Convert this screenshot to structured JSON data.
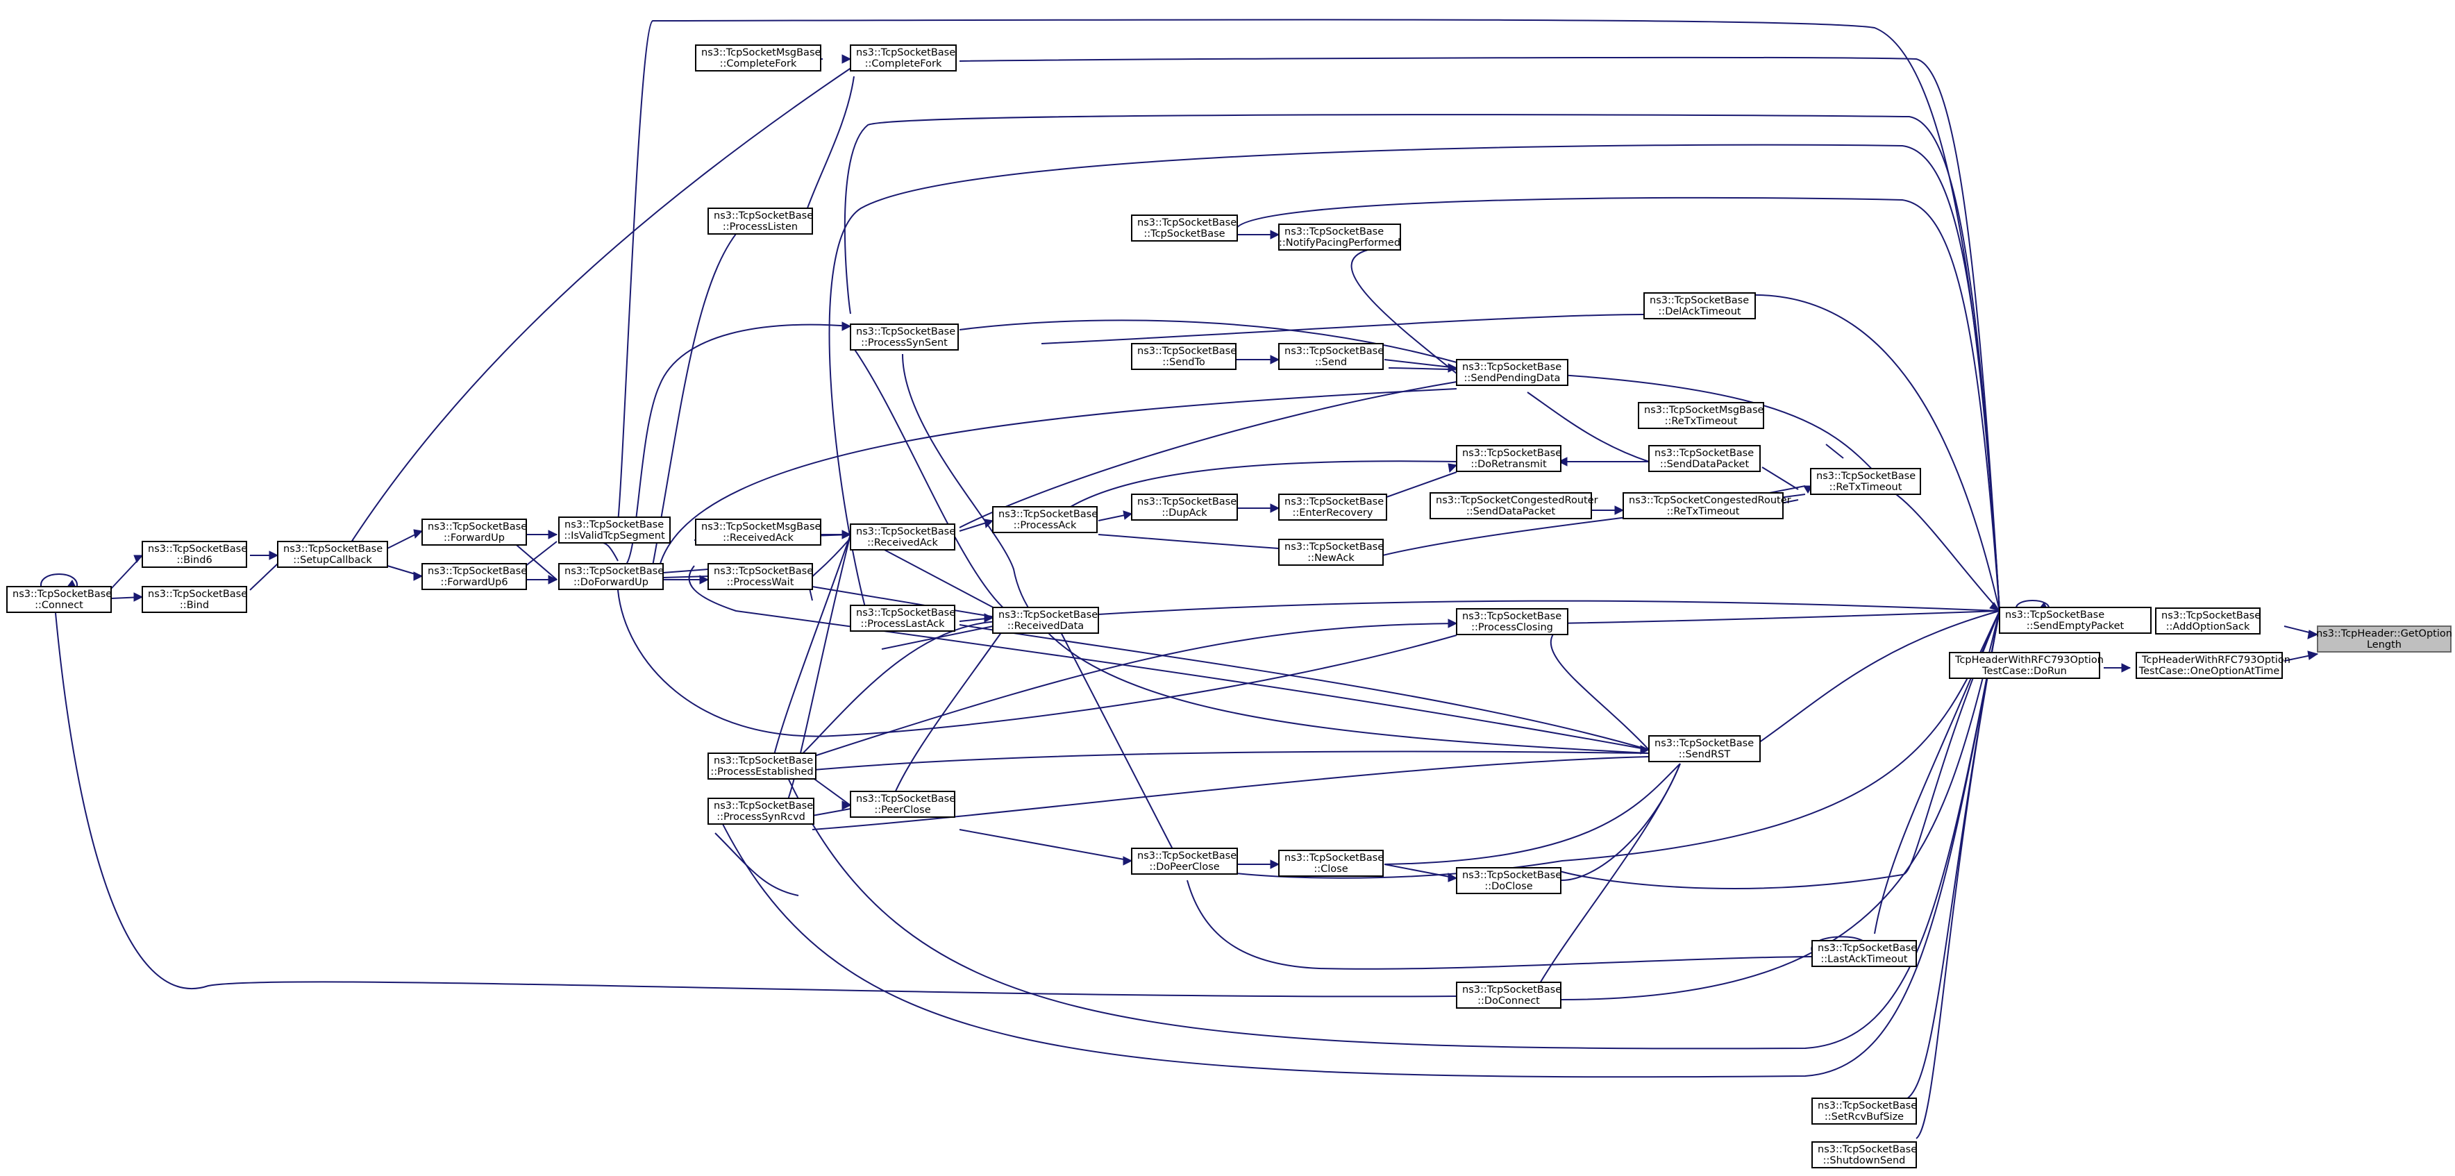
{
  "nodes": [
    {
      "id": "get_option_length",
      "line1": "ns3::TcpHeader::GetOption",
      "line2": "Length",
      "focus": true
    },
    {
      "id": "add_option_sack",
      "line1": "ns3::TcpSocketBase",
      "line2": "::AddOptionSack"
    },
    {
      "id": "one_option_at_time",
      "line1": "TcpHeaderWithRFC793Option",
      "line2": "TestCase::OneOptionAtTime"
    },
    {
      "id": "send_empty_packet",
      "line1": "ns3::TcpSocketBase",
      "line2": "::SendEmptyPacket"
    },
    {
      "id": "do_run",
      "line1": "TcpHeaderWithRFC793Option",
      "line2": "TestCase::DoRun"
    },
    {
      "id": "del_ack_timeout",
      "line1": "ns3::TcpSocketBase",
      "line2": "::DelAckTimeout"
    },
    {
      "id": "re_tx_timeout",
      "line1": "ns3::TcpSocketBase",
      "line2": "::ReTxTimeout"
    },
    {
      "id": "msg_re_tx_timeout",
      "line1": "ns3::TcpSocketMsgBase",
      "line2": "::ReTxTimeout"
    },
    {
      "id": "cr_re_tx_timeout",
      "line1": "ns3::TcpSocketCongestedRouter",
      "line2": "::ReTxTimeout"
    },
    {
      "id": "send_data_packet",
      "line1": "ns3::TcpSocketBase",
      "line2": "::SendDataPacket"
    },
    {
      "id": "cr_send_data_packet",
      "line1": "ns3::TcpSocketCongestedRouter",
      "line2": "::SendDataPacket"
    },
    {
      "id": "send_rst",
      "line1": "ns3::TcpSocketBase",
      "line2": "::SendRST"
    },
    {
      "id": "last_ack_timeout",
      "line1": "ns3::TcpSocketBase",
      "line2": "::LastAckTimeout"
    },
    {
      "id": "set_rcv_buf_size",
      "line1": "ns3::TcpSocketBase",
      "line2": "::SetRcvBufSize"
    },
    {
      "id": "shutdown_send",
      "line1": "ns3::TcpSocketBase",
      "line2": "::ShutdownSend"
    },
    {
      "id": "send_pending_data",
      "line1": "ns3::TcpSocketBase",
      "line2": "::SendPendingData"
    },
    {
      "id": "do_retransmit",
      "line1": "ns3::TcpSocketBase",
      "line2": "::DoRetransmit"
    },
    {
      "id": "process_closing",
      "line1": "ns3::TcpSocketBase",
      "line2": "::ProcessClosing"
    },
    {
      "id": "do_close",
      "line1": "ns3::TcpSocketBase",
      "line2": "::DoClose"
    },
    {
      "id": "do_connect",
      "line1": "ns3::TcpSocketBase",
      "line2": "::DoConnect"
    },
    {
      "id": "notify_pacing",
      "line1": "ns3::TcpSocketBase",
      "line2": "::NotifyPacingPerformed"
    },
    {
      "id": "send",
      "line1": "ns3::TcpSocketBase",
      "line2": "::Send"
    },
    {
      "id": "enter_recovery",
      "line1": "ns3::TcpSocketBase",
      "line2": "::EnterRecovery"
    },
    {
      "id": "new_ack",
      "line1": "ns3::TcpSocketBase",
      "line2": "::NewAck"
    },
    {
      "id": "close",
      "line1": "ns3::TcpSocketBase",
      "line2": "::Close"
    },
    {
      "id": "ctor",
      "line1": "ns3::TcpSocketBase",
      "line2": "::TcpSocketBase"
    },
    {
      "id": "send_to",
      "line1": "ns3::TcpSocketBase",
      "line2": "::SendTo"
    },
    {
      "id": "dup_ack",
      "line1": "ns3::TcpSocketBase",
      "line2": "::DupAck"
    },
    {
      "id": "do_peer_close",
      "line1": "ns3::TcpSocketBase",
      "line2": "::DoPeerClose"
    },
    {
      "id": "process_ack",
      "line1": "ns3::TcpSocketBase",
      "line2": "::ProcessAck"
    },
    {
      "id": "received_data",
      "line1": "ns3::TcpSocketBase",
      "line2": "::ReceivedData"
    },
    {
      "id": "complete_fork",
      "line1": "ns3::TcpSocketBase",
      "line2": "::CompleteFork"
    },
    {
      "id": "process_syn_sent",
      "line1": "ns3::TcpSocketBase",
      "line2": "::ProcessSynSent"
    },
    {
      "id": "received_ack",
      "line1": "ns3::TcpSocketBase",
      "line2": "::ReceivedAck"
    },
    {
      "id": "process_last_ack",
      "line1": "ns3::TcpSocketBase",
      "line2": "::ProcessLastAck"
    },
    {
      "id": "peer_close",
      "line1": "ns3::TcpSocketBase",
      "line2": "::PeerClose"
    },
    {
      "id": "msg_complete_fork",
      "line1": "ns3::TcpSocketMsgBase",
      "line2": "::CompleteFork"
    },
    {
      "id": "process_listen",
      "line1": "ns3::TcpSocketBase",
      "line2": "::ProcessListen"
    },
    {
      "id": "msg_received_ack",
      "line1": "ns3::TcpSocketMsgBase",
      "line2": "::ReceivedAck"
    },
    {
      "id": "process_wait",
      "line1": "ns3::TcpSocketBase",
      "line2": "::ProcessWait"
    },
    {
      "id": "process_established",
      "line1": "ns3::TcpSocketBase",
      "line2": "::ProcessEstablished"
    },
    {
      "id": "process_syn_rcvd",
      "line1": "ns3::TcpSocketBase",
      "line2": "::ProcessSynRcvd"
    },
    {
      "id": "is_valid_tcp_segment",
      "line1": "ns3::TcpSocketBase",
      "line2": "::IsValidTcpSegment"
    },
    {
      "id": "do_forward_up",
      "line1": "ns3::TcpSocketBase",
      "line2": "::DoForwardUp"
    },
    {
      "id": "forward_up",
      "line1": "ns3::TcpSocketBase",
      "line2": "::ForwardUp"
    },
    {
      "id": "forward_up6",
      "line1": "ns3::TcpSocketBase",
      "line2": "::ForwardUp6"
    },
    {
      "id": "setup_callback",
      "line1": "ns3::TcpSocketBase",
      "line2": "::SetupCallback"
    },
    {
      "id": "bind6",
      "line1": "ns3::TcpSocketBase",
      "line2": "::Bind6"
    },
    {
      "id": "bind",
      "line1": "ns3::TcpSocketBase",
      "line2": "::Bind"
    },
    {
      "id": "connect",
      "line1": "ns3::TcpSocketBase",
      "line2": "::Connect"
    }
  ]
}
